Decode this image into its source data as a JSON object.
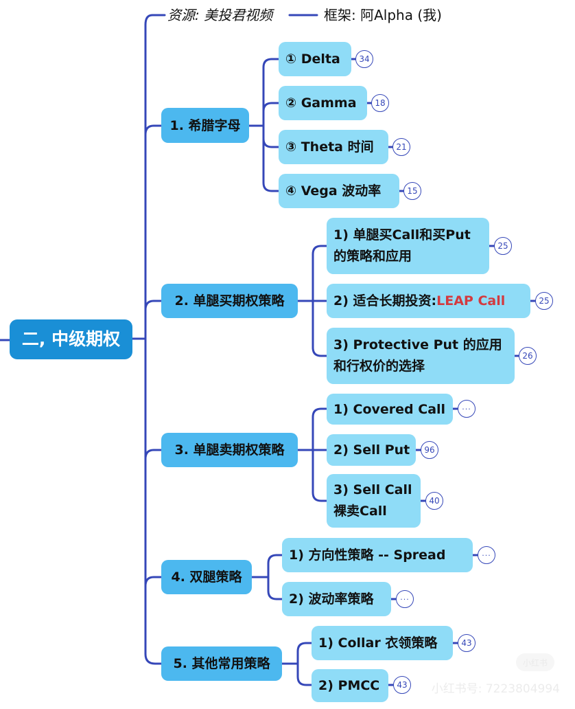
{
  "diagram_type": "mind-map",
  "colors": {
    "root_fill": "#1a8fd6",
    "level1_fill": "#4cb8ef",
    "level2_fill": "#8fdcf7",
    "connector": "#3547b8",
    "highlight": "#d33a3f"
  },
  "source": {
    "left": "资源: 美投君视频",
    "right": "框架: 阿Alpha (我)"
  },
  "root": {
    "label": "二, 中级期权"
  },
  "branches": [
    {
      "label": "1. 希腊字母",
      "children": [
        {
          "label": "① Delta",
          "badge": "34"
        },
        {
          "label": "② Gamma",
          "badge": "18"
        },
        {
          "label": "③ Theta 时间",
          "badge": "21"
        },
        {
          "label": "④ Vega 波动率",
          "badge": "15"
        }
      ]
    },
    {
      "label": "2. 单腿买期权策略",
      "children": [
        {
          "label": "1) 单腿买Call和买Put的策略和应用",
          "badge": "25"
        },
        {
          "label": "2) 适合长期投资: ",
          "highlight": "LEAP Call",
          "badge": "25"
        },
        {
          "label": "3) Protective Put 的应用和行权价的选择",
          "badge": "26"
        }
      ]
    },
    {
      "label": "3. 单腿卖期权策略",
      "children": [
        {
          "label": "1) Covered Call",
          "badge": "···"
        },
        {
          "label": "2) Sell Put",
          "badge": "96"
        },
        {
          "label": "3) Sell Call 裸卖Call",
          "badge": "40"
        }
      ]
    },
    {
      "label": "4. 双腿策略",
      "children": [
        {
          "label": "1) 方向性策略 -- Spread",
          "badge": "···"
        },
        {
          "label": "2) 波动率策略",
          "badge": "···"
        }
      ]
    },
    {
      "label": "5. 其他常用策略",
      "children": [
        {
          "label": "1) Collar 衣领策略",
          "badge": "43"
        },
        {
          "label": "2) PMCC",
          "badge": "43"
        }
      ]
    }
  ],
  "watermark": {
    "logo": "小红书",
    "text": "小红书号: 7223804994"
  }
}
